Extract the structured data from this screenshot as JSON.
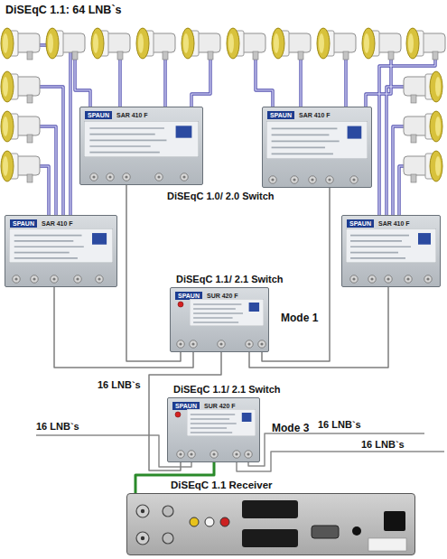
{
  "diagram": {
    "title": "DiSEqC 1.1: 64 LNB`s",
    "nodes": [
      {
        "text": [
          "SPAUN",
          "SAR 410 F"
        ]
      },
      {
        "text": [
          "SPAUN",
          "SAR 410 F"
        ]
      },
      {
        "text": [
          "SPAUN",
          "SAR 410 F"
        ]
      },
      {
        "text": [
          "SPAUN",
          "SAR 410 F"
        ]
      },
      {
        "text": [
          "DiSEqC 1.1/ 2.1 Switch",
          "SPAUN",
          "SUR 420 F",
          "Mode 1"
        ]
      },
      {
        "text": [
          "DiSEqC 1.1/ 2.1 Switch",
          "SPAUN",
          "SUR 420 F",
          "Mode 3"
        ]
      },
      {
        "text": [
          "DiSEqC 1.1 Receiver"
        ]
      }
    ],
    "edges": [
      {
        "from": 0,
        "to": 4,
        "arrow": "none"
      },
      {
        "from": 1,
        "to": 4,
        "arrow": "none"
      },
      {
        "from": 2,
        "to": 4,
        "arrow": "none"
      },
      {
        "from": 3,
        "to": 4,
        "arrow": "none"
      },
      {
        "from": 4,
        "to": 5,
        "arrow": "none"
      },
      {
        "from": 5,
        "to": 6,
        "arrow": "none"
      }
    ],
    "labels": [
      "DiSEqC 1.0/ 2.0 Switch",
      "16 LNB`s",
      "16 LNB`s",
      "16 LNB`s",
      "16 LNB`s"
    ]
  }
}
